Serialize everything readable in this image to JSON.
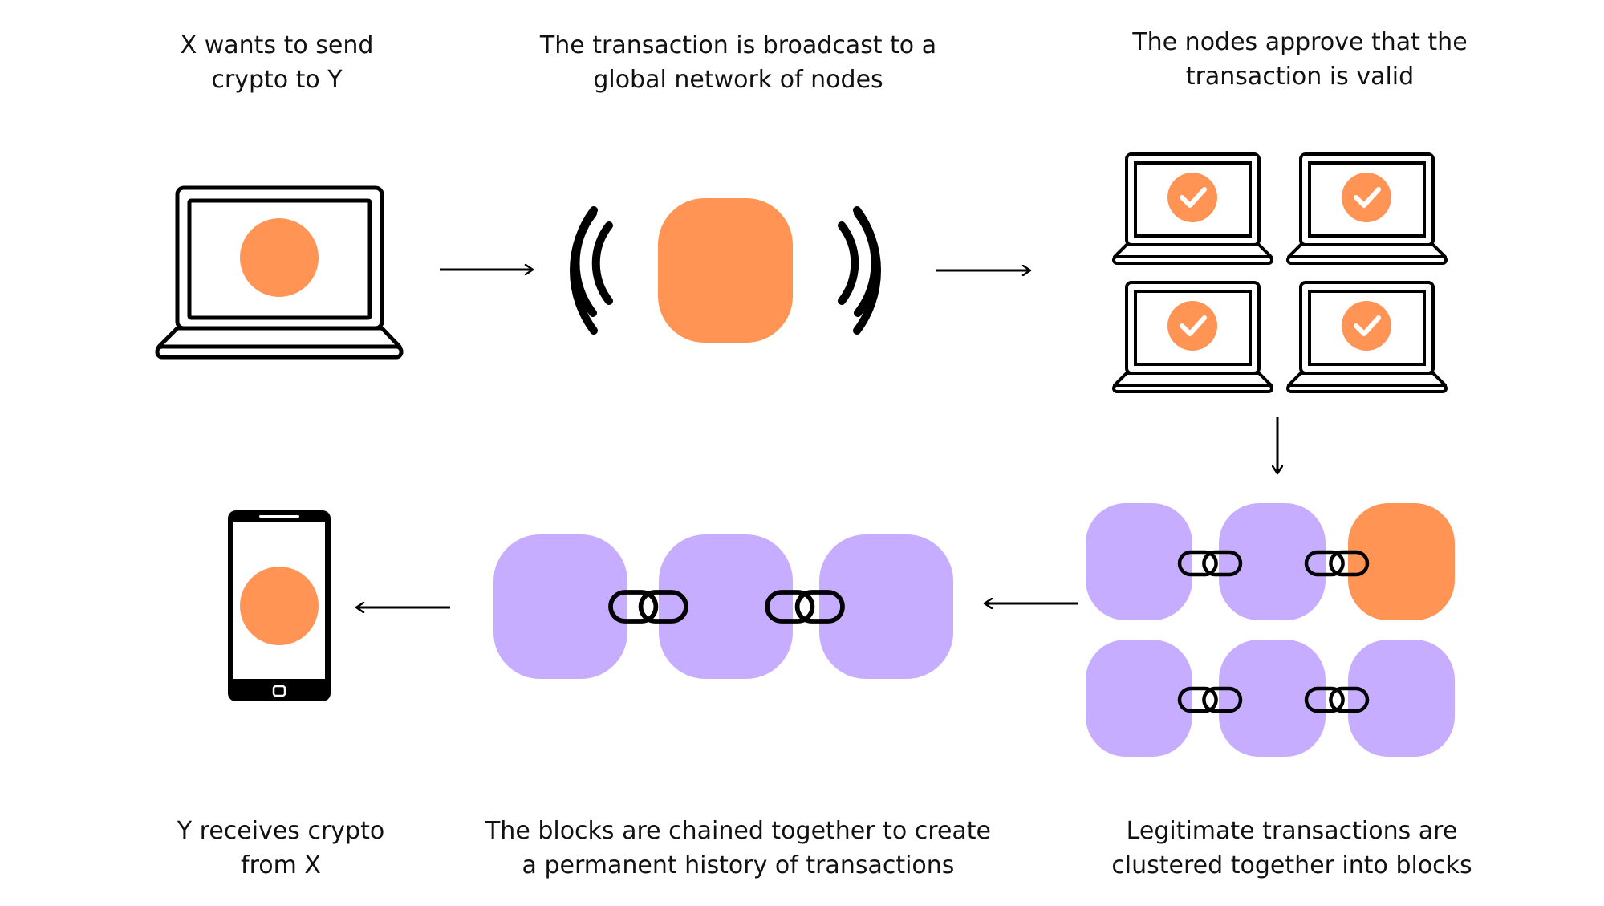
{
  "colors": {
    "orange": "#FF9455",
    "purple": "#C7ADFF",
    "ink": "#000000",
    "text": "#111111",
    "background": "#FFFFFF"
  },
  "steps": [
    {
      "id": "send",
      "line1": "X wants to send",
      "line2": "crypto to Y",
      "icon": "laptop-icon"
    },
    {
      "id": "broadcast",
      "line1": "The transaction is broadcast to a",
      "line2": "global network of nodes",
      "icon": "broadcast-signal-icon"
    },
    {
      "id": "approve",
      "line1": "The nodes approve that the",
      "line2": "transaction is valid",
      "icon": "laptop-check-icon"
    },
    {
      "id": "receive",
      "line1": "Y receives crypto",
      "line2": "from X",
      "icon": "phone-icon"
    },
    {
      "id": "chain",
      "line1": "The blocks are chained together to create",
      "line2": "a permanent history of transactions",
      "icon": "chain-link-icon"
    },
    {
      "id": "cluster",
      "line1": "Legitimate transactions are",
      "line2": "clustered together into blocks",
      "icon": "block-cluster-icon"
    }
  ],
  "flow": [
    "send",
    "broadcast",
    "approve",
    "cluster",
    "chain",
    "receive"
  ]
}
